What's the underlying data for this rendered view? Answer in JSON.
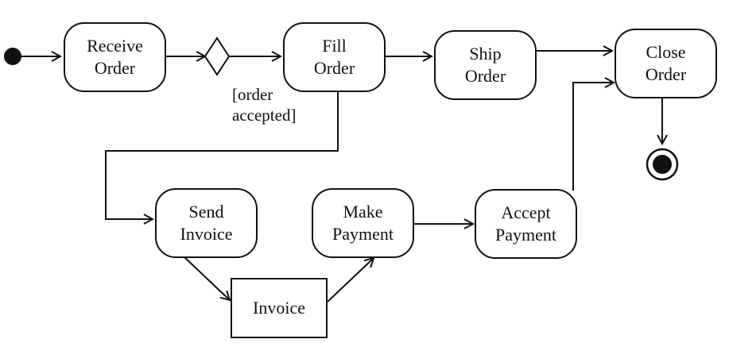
{
  "diagram": {
    "nodes": {
      "receive_order": {
        "line1": "Receive",
        "line2": "Order"
      },
      "fill_order": {
        "line1": "Fill",
        "line2": "Order"
      },
      "ship_order": {
        "line1": "Ship",
        "line2": "Order"
      },
      "close_order": {
        "line1": "Close",
        "line2": "Order"
      },
      "send_invoice": {
        "line1": "Send",
        "line2": "Invoice"
      },
      "make_payment": {
        "line1": "Make",
        "line2": "Payment"
      },
      "accept_payment": {
        "line1": "Accept",
        "line2": "Payment"
      },
      "invoice_object": {
        "label": "Invoice"
      }
    },
    "guard": {
      "line1": "[order",
      "line2": "accepted]"
    },
    "colors": {
      "stroke": "#111111",
      "background": "#ffffff"
    }
  }
}
